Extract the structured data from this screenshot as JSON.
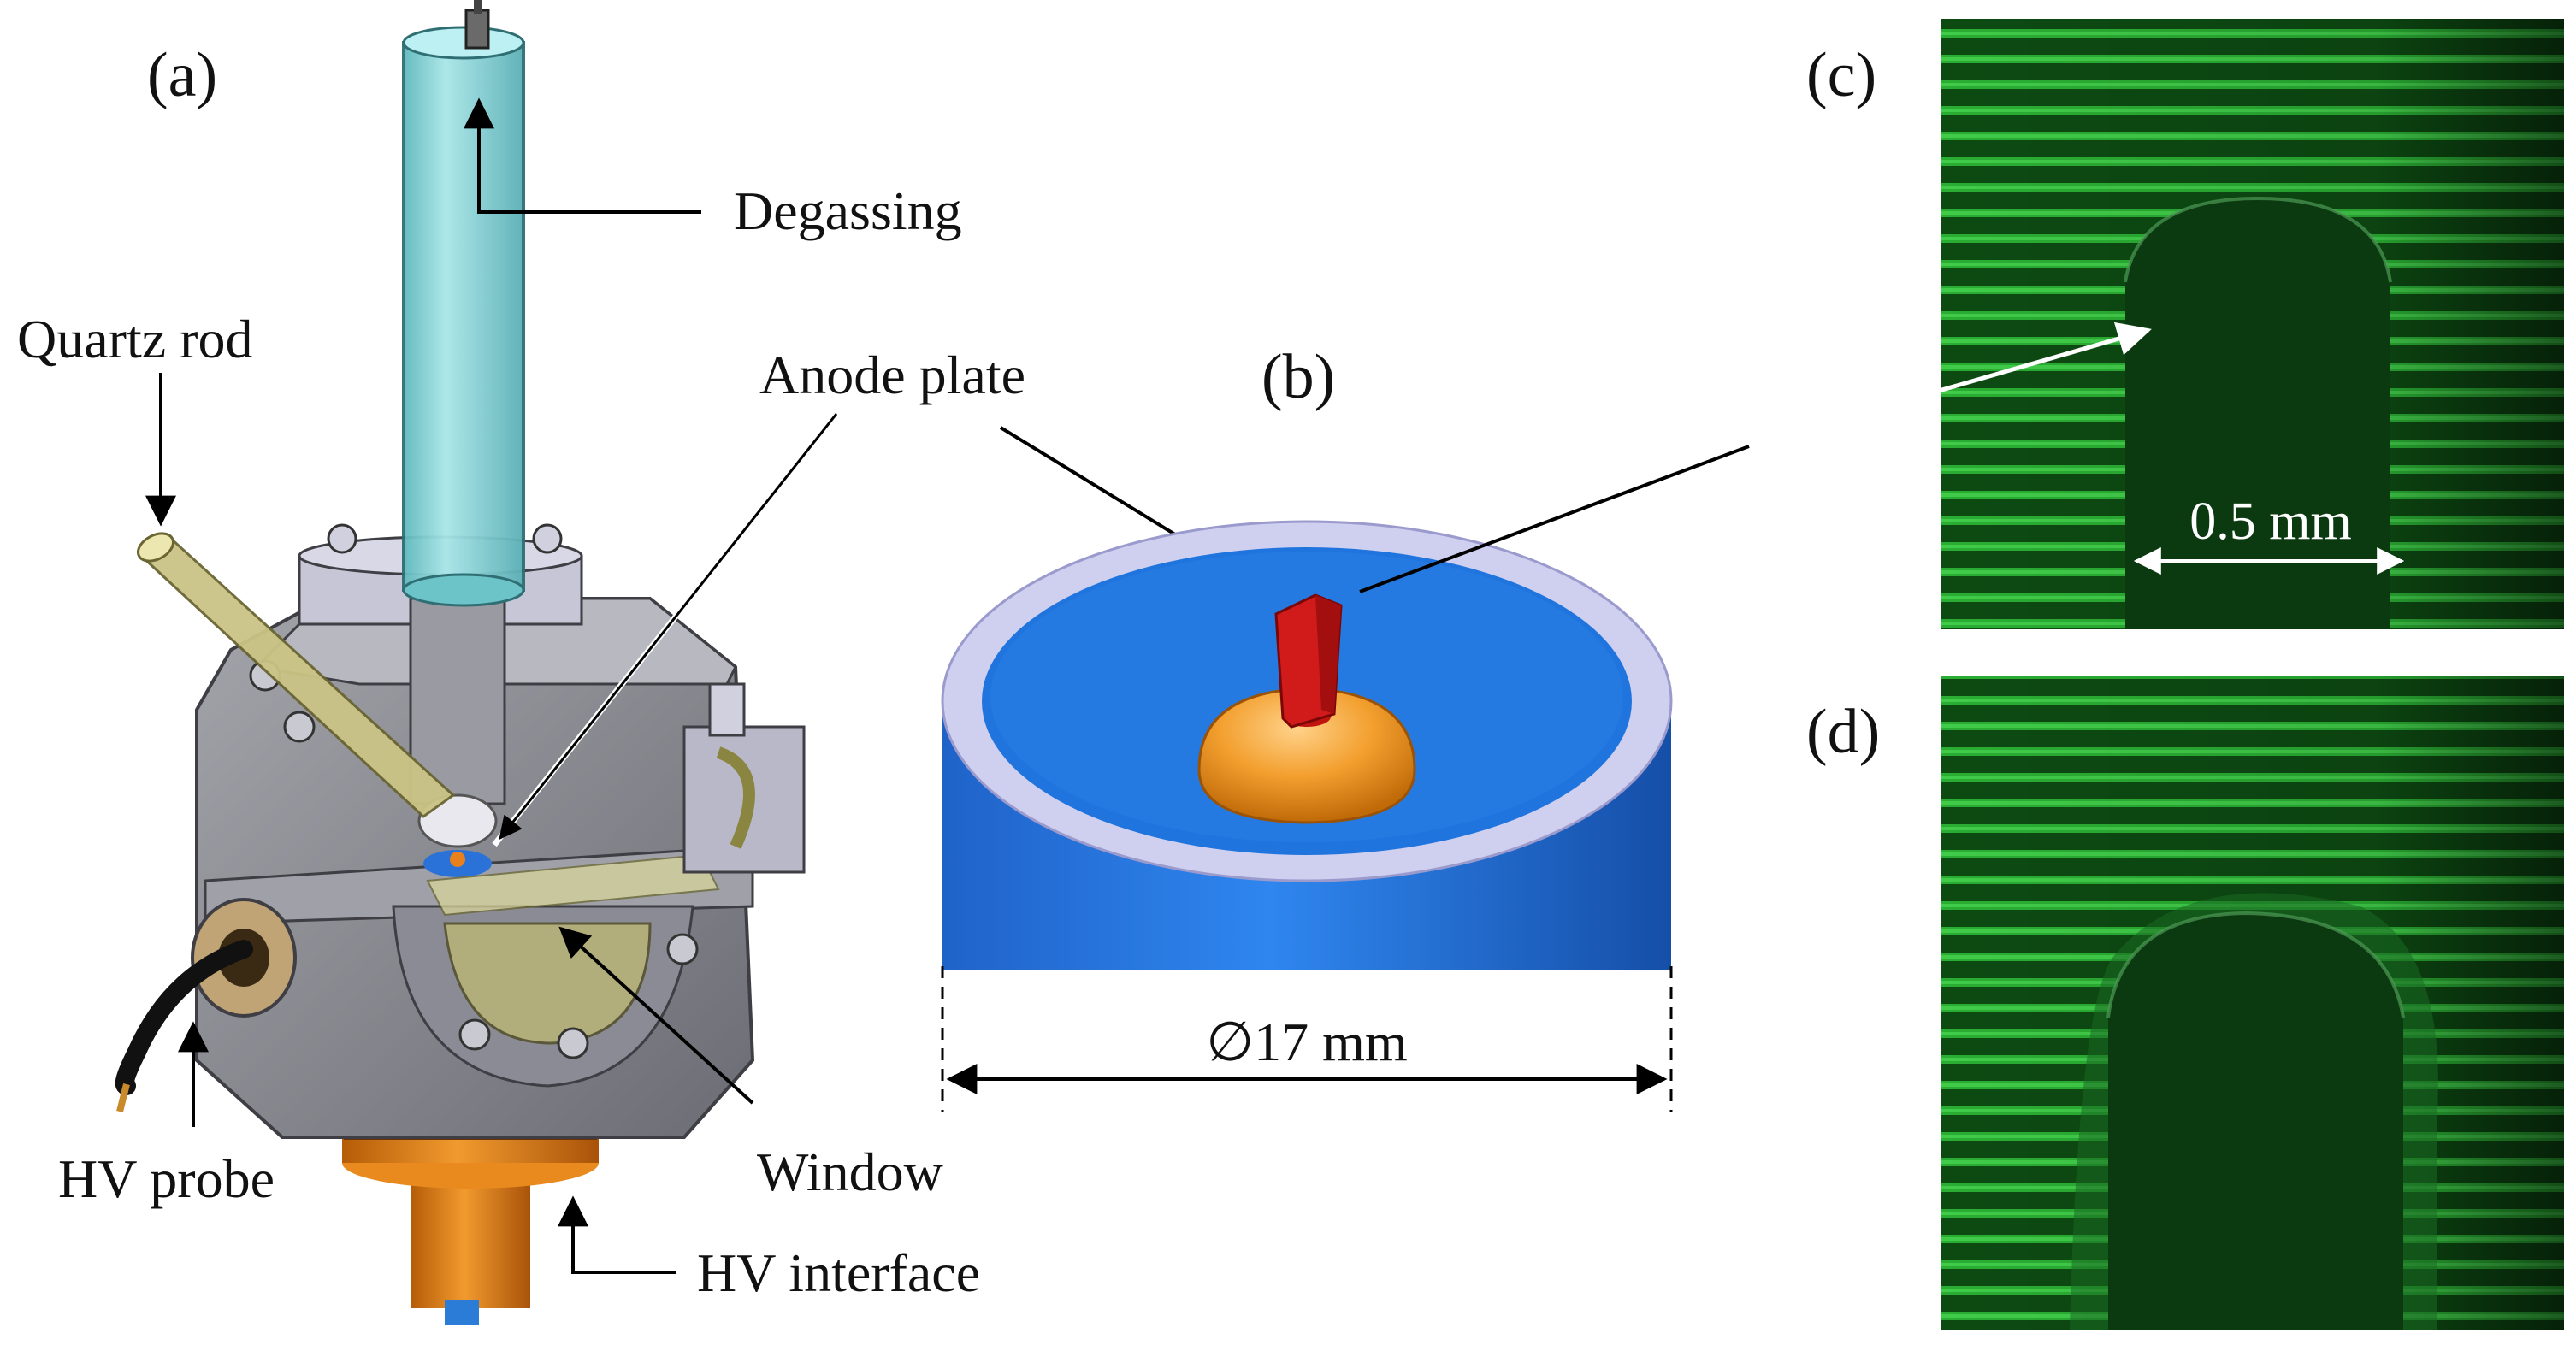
{
  "panels": {
    "a": {
      "tag": "(a)",
      "labels": {
        "degassing": "Degassing",
        "quartz_rod": "Quartz rod",
        "anode_plate": "Anode plate",
        "hv_probe": "HV probe",
        "window": "Window",
        "hv_interface": "HV interface"
      }
    },
    "b": {
      "tag": "(b)",
      "diameter_label": "∅17 mm"
    },
    "c": {
      "tag": "(c)",
      "scale_label": "0.5 mm"
    },
    "d": {
      "tag": "(d)"
    }
  },
  "colors": {
    "housing": "#8c8c93",
    "glass_tube": "#7fd3d6",
    "quartz_rod": "#cfc98a",
    "hv_interface": "#e07a10",
    "electrode_blue": "#1f6fd6",
    "electrode_rim": "#c8c8e8",
    "anode_red": "#d11a1a",
    "electrode_base": "#f0a030",
    "interferogram_green": "#1c8a24"
  }
}
